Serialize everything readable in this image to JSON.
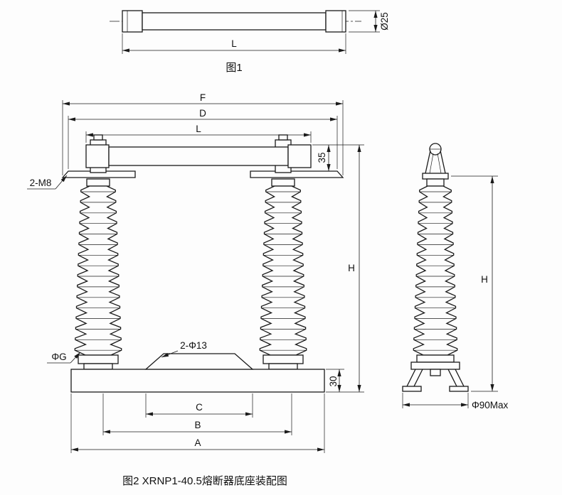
{
  "drawing": {
    "fig1": {
      "caption": "图1",
      "dim_length": "L",
      "dim_diameter": "Ø25"
    },
    "front": {
      "dim_f": "F",
      "dim_d": "D",
      "dim_l": "L",
      "dim_35": "35",
      "dim_h": "H",
      "dim_30": "30",
      "dim_c": "C",
      "dim_b": "B",
      "dim_a": "A",
      "label_bolts": "2-M8",
      "label_creepage": "ΦG",
      "label_holes": "2-Φ13"
    },
    "side": {
      "dim_h": "H",
      "label_diameter": "Φ90Max"
    },
    "caption": "图2 XRNP1-40.5熔断器底座装配图",
    "colors": {
      "line": "#1a1a1a",
      "background": "#fdfdfd"
    }
  }
}
